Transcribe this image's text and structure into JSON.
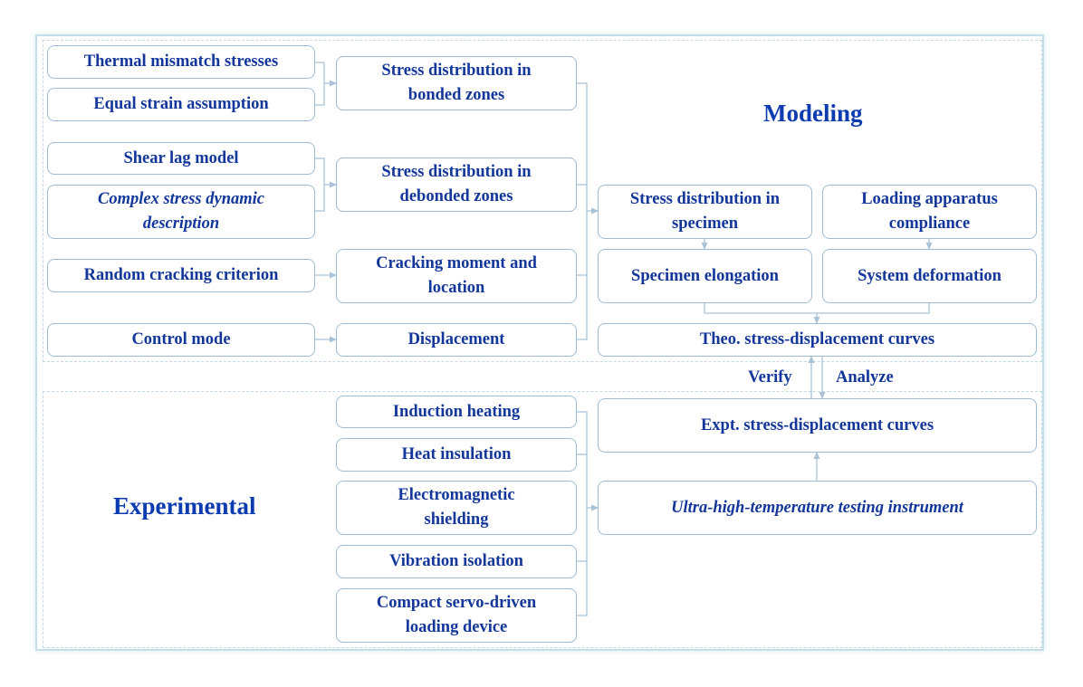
{
  "sections": {
    "modeling": "Modeling",
    "experimental": "Experimental"
  },
  "modeling": {
    "inputs": {
      "thermal": "Thermal mismatch stresses",
      "equal_strain": "Equal strain assumption",
      "shear_lag": "Shear lag model",
      "complex_stress": "Complex stress dynamic description",
      "random_cracking": "Random cracking criterion",
      "control_mode": "Control mode"
    },
    "intermediate": {
      "bonded": "Stress distribution  in bonded zones",
      "debonded": "Stress distribution  in debonded zones",
      "cracking": "Cracking moment and location",
      "displacement": "Displacement"
    },
    "outputs": {
      "specimen_stress": "Stress distribution  in specimen",
      "loading_compliance": "Loading apparatus compliance",
      "specimen_elongation": "Specimen elongation",
      "system_deformation": "System deformation",
      "theo_curves": "Theo. stress-displacement  curves"
    }
  },
  "links": {
    "verify": "Verify",
    "analyze": "Analyze"
  },
  "experimental": {
    "inputs": {
      "induction": "Induction  heating",
      "heat_insulation": "Heat insulation",
      "em_shielding": "Electromagnetic shielding",
      "vibration": "Vibration  isolation",
      "servo": "Compact servo-driven loading device"
    },
    "instrument": "Ultra-high-temperature testing instrument",
    "expt_curves": "Expt. stress-displacement curves"
  },
  "colors": {
    "text": "#12369a",
    "box_border": "#9fbcd4",
    "connector": "#a9c2d8",
    "frame": "#c3e0ea"
  }
}
